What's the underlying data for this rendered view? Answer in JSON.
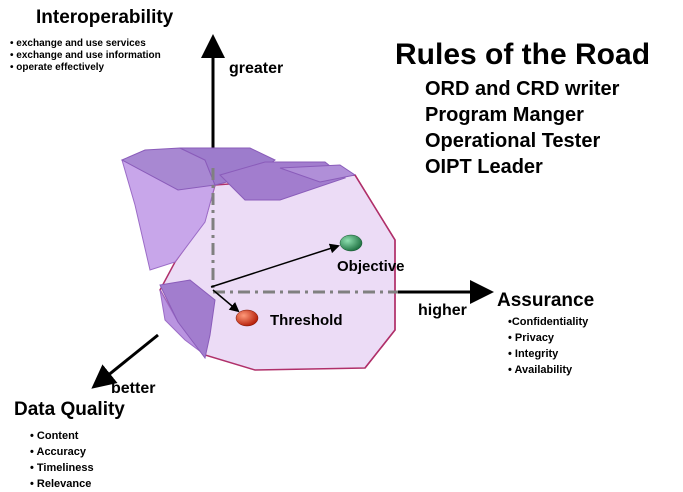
{
  "interoperability": {
    "title": "Interoperability",
    "items": [
      "• exchange  and use services",
      "• exchange and use information",
      "• operate effectively"
    ],
    "direction": "greater"
  },
  "assurance": {
    "title": "Assurance",
    "items": [
      "•Confidentiality",
      "• Privacy",
      "• Integrity",
      "• Availability"
    ],
    "direction": "higher"
  },
  "data_quality": {
    "title": "Data Quality",
    "items": [
      "• Content",
      "• Accuracy",
      "• Timeliness",
      "• Relevance"
    ],
    "direction": "better"
  },
  "rules": {
    "title": "Rules of the Road",
    "roles": [
      "ORD and CRD writer",
      "Program Manger",
      "Operational Tester",
      "OIPT Leader"
    ]
  },
  "points": {
    "objective": {
      "label": "Objective",
      "color": "#2e8b57"
    },
    "threshold": {
      "label": "Threshold",
      "color": "#d93a1a"
    }
  },
  "colors": {
    "shape_fill": "#ecdcf6",
    "shape_edge": "#9b6cc7",
    "shape_dark": "#a27dce",
    "shape_outline": "#b0306a"
  }
}
